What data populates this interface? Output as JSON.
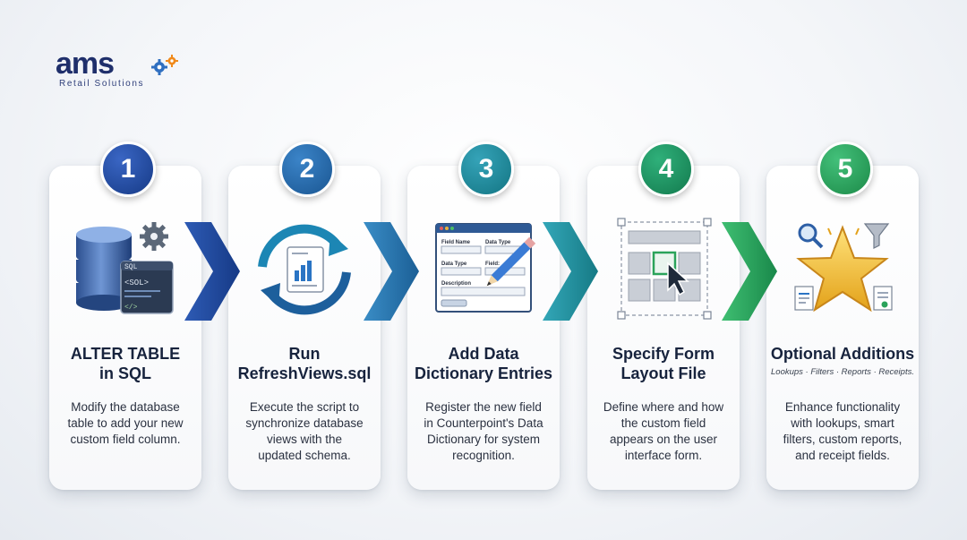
{
  "logo": {
    "wordmark": "ams",
    "tagline": "Retail Solutions"
  },
  "steps": [
    {
      "number": "1",
      "title": [
        "ALTER TABLE",
        "in SQL"
      ],
      "subtitle": "",
      "description": [
        "Modify the database",
        "table to add your new",
        "custom field column."
      ],
      "icon": "database-gear-icon",
      "code_panel": {
        "header": "SQL",
        "line": "<SOL>",
        "footer": "</>"
      }
    },
    {
      "number": "2",
      "title": [
        "Run",
        "RefreshViews.sql"
      ],
      "subtitle": "",
      "description": [
        "Execute the script to",
        "synchronize database",
        "views with the",
        "updated schema."
      ],
      "icon": "refresh-document-icon"
    },
    {
      "number": "3",
      "title": [
        "Add Data",
        "Dictionary Entries"
      ],
      "subtitle": "",
      "description": [
        "Register the new field",
        "in Counterpoint's Data",
        "Dictionary for system",
        "recognition."
      ],
      "icon": "form-pencil-icon",
      "form_labels": {
        "field_name": "Field Name",
        "data_type": "Data Type",
        "data_type_2": "Data Type",
        "field": "Field:",
        "description": "Description"
      }
    },
    {
      "number": "4",
      "title": [
        "Specify Form",
        "Layout File"
      ],
      "subtitle": "",
      "description": [
        "Define where and how",
        "the custom field",
        "appears on the user",
        "interface form."
      ],
      "icon": "layout-grid-cursor-icon"
    },
    {
      "number": "5",
      "title": [
        "Optional Additions"
      ],
      "subtitle": "Lookups · Filters · Reports · Receipts.",
      "description": [
        "Enhance functionality",
        "with lookups, smart",
        "filters, custom reports,",
        "and receipt fields."
      ],
      "icon": "star-icon"
    }
  ],
  "colors": {
    "step1": "#1f4ca3",
    "step2": "#2769a8",
    "step3": "#1d8c9c",
    "step4": "#1d9462",
    "step5": "#2aa35a",
    "title_text": "#17233d"
  }
}
